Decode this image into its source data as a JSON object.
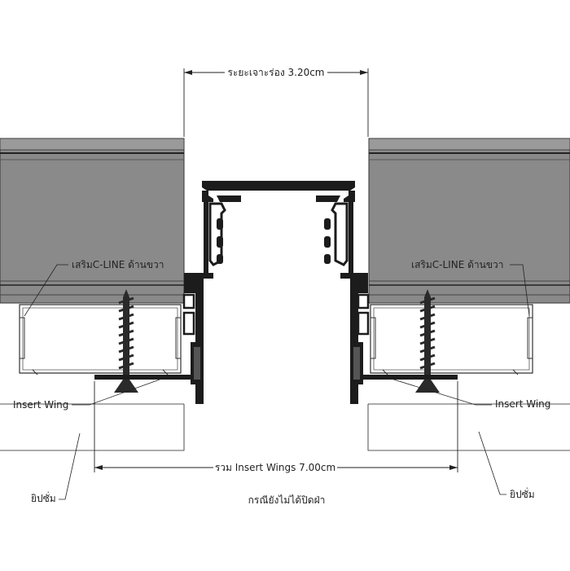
{
  "dimensions": {
    "top_gap": "ระยะเจาะร่อง 3.20cm",
    "bottom_total": "รวม Insert Wings 7.00cm"
  },
  "labels": {
    "cline_left": "เสริมC-LINE ด้านขวา",
    "cline_right": "เสริมC-LINE ด้านขวา",
    "insert_wing_left": "Insert Wing",
    "insert_wing_right": "Insert Wing",
    "gypsum_left": "ยิปซั่ม",
    "gypsum_right": "ยิปซั่ม",
    "caption": "กรณียังไม่ได้ปิดฝ่า"
  },
  "colors": {
    "panel_fill": "#8a8a8a",
    "panel_dark": "#6f6f6f",
    "profile": "#1c1c1c",
    "stud_fill": "#ffffff",
    "stud_stroke": "#333333"
  }
}
